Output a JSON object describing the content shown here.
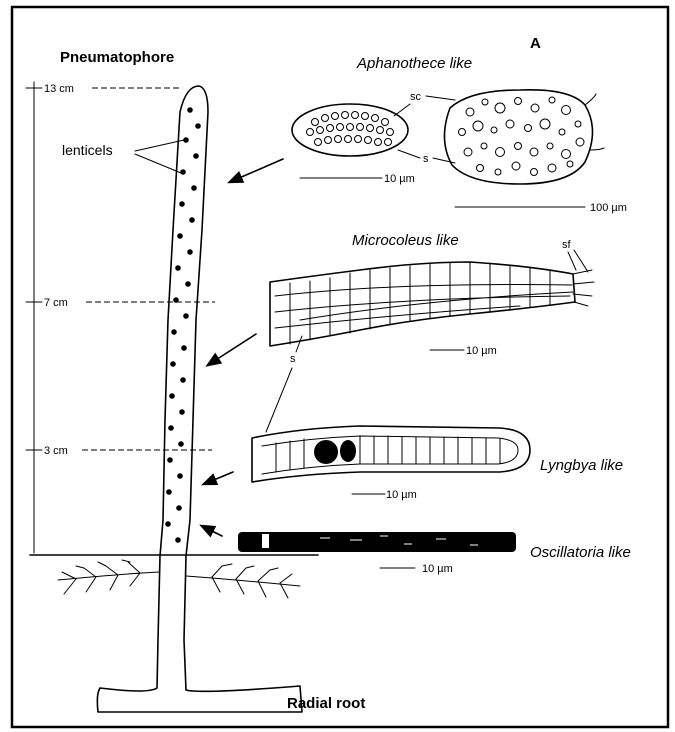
{
  "panel_letter": "A",
  "pneumatophore": {
    "title": "Pneumatophore",
    "lenticels_label": "lenticels",
    "radial_root_label": "Radial root",
    "height_marks": [
      "13 cm",
      "7 cm",
      "3 cm"
    ]
  },
  "organisms": [
    {
      "name": "Aphanothece like",
      "scales": [
        "10 µm",
        "100 µm"
      ],
      "labels": [
        "sc",
        "s"
      ]
    },
    {
      "name": "Microcoleus like",
      "scales": [
        "10 µm"
      ],
      "labels": [
        "sf",
        "s"
      ]
    },
    {
      "name": "Lyngbya like",
      "scales": [
        "10 µm"
      ]
    },
    {
      "name": "Oscillatoria like",
      "scales": [
        "10 µm"
      ]
    }
  ]
}
